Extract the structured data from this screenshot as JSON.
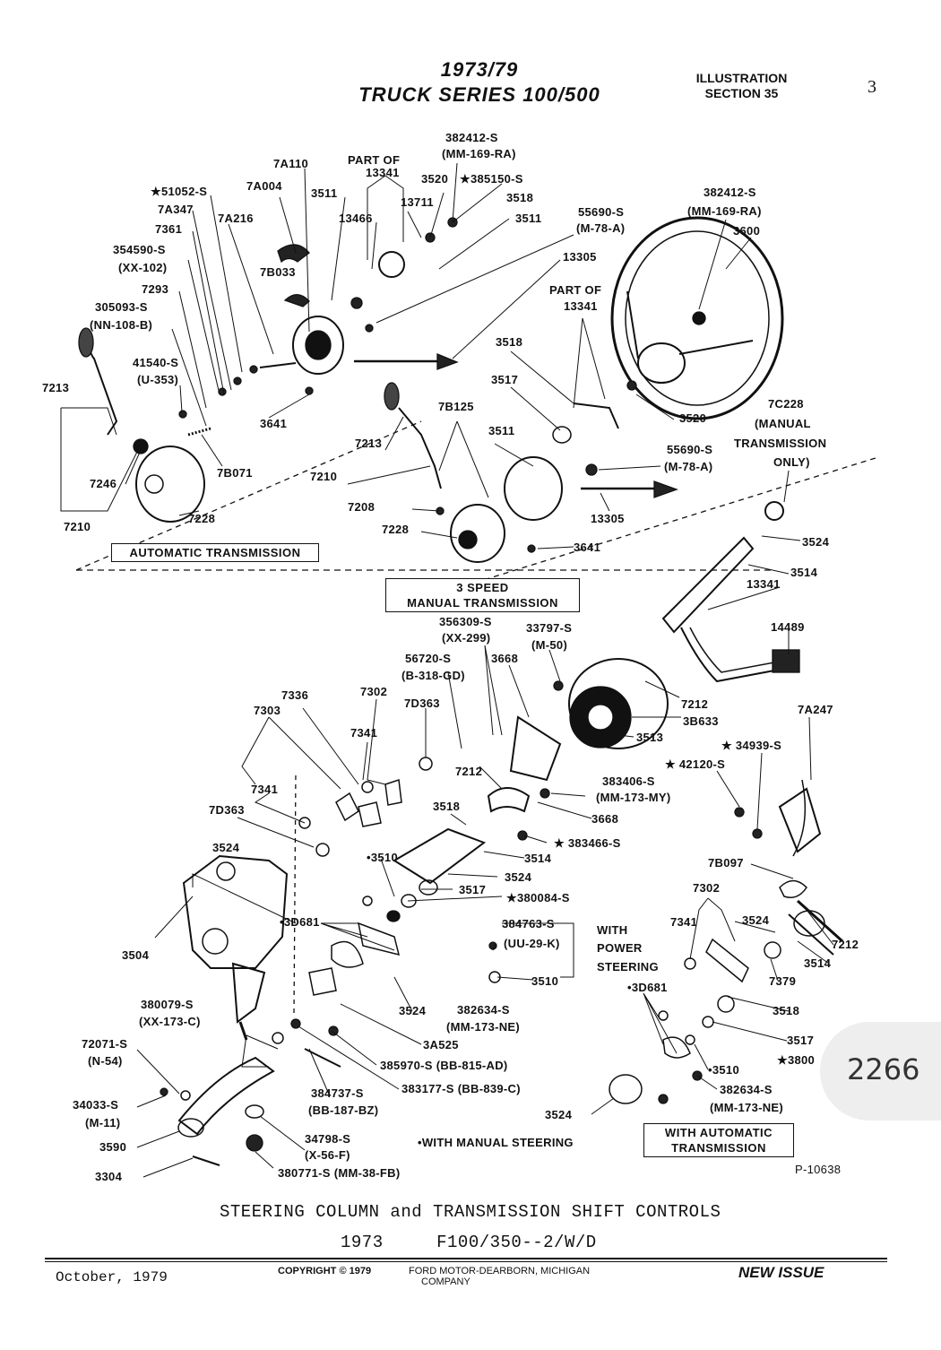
{
  "header": {
    "title_line1": "1973/79",
    "title_line2": "TRUCK SERIES 100/500",
    "section_line1": "ILLUSTRATION",
    "section_line2": "SECTION 35",
    "page_number": "3"
  },
  "labels": {
    "l382412_top": "382412-S",
    "lmm169_top": "(MM-169-RA)",
    "l7a110": "7A110",
    "lpartof1": "PART OF",
    "l13341a": "13341",
    "l3520a": "3520",
    "l385150": "★385150-S",
    "l51052": "★51052-S",
    "l7a004": "7A004",
    "l3511a": "3511",
    "l13711": "13711",
    "l3518a": "3518",
    "l7a347": "7A347",
    "l13466": "13466",
    "l3511b": "3511",
    "l55690a": "55690-S",
    "lm78a": "(M-78-A)",
    "l7361": "7361",
    "l7a216": "7A216",
    "l354590": "354590-S",
    "lxx102": "(XX-102)",
    "l7b033": "7B033",
    "l13305a": "13305",
    "l7293": "7293",
    "l305093": "305093-S",
    "lnn108": "(NN-108-B)",
    "l382412_r": "382412-S",
    "lmm169_r": "(MM-169-RA)",
    "l3600": "3600",
    "lpartof2": "PART OF",
    "l13341b": "13341",
    "l3518b": "3518",
    "l41540": "41540-S",
    "lu353": "(U-353)",
    "l7213a": "7213",
    "l3517a": "3517",
    "l3641a": "3641",
    "l7b125": "7B125",
    "l3520b": "3520",
    "l7c228": "7C228",
    "lmanual_tr1": "(MANUAL",
    "lmanual_tr2": "TRANSMISSION",
    "lmanual_tr3": "ONLY)",
    "l7213b": "7213",
    "l3511c": "3511",
    "l55690b": "55690-S",
    "lm78b": "(M-78-A)",
    "l7b071": "7B071",
    "l7246": "7246",
    "l7210a": "7210",
    "l7210b": "7210",
    "l7228a": "7228",
    "l7208": "7208",
    "l13305b": "13305",
    "l7228b": "7228",
    "l3641b": "3641",
    "l3524a": "3524",
    "l3514a": "3514",
    "l13341c": "13341",
    "l14489": "14489",
    "l356309": "356309-S",
    "lxx299": "(XX-299)",
    "l33797": "33797-S",
    "lm50": "(M-50)",
    "l56720": "56720-S",
    "lb318": "(B-318-GD)",
    "l3668a": "3668",
    "l7336": "7336",
    "l7302a": "7302",
    "l7303": "7303",
    "l7d363a": "7D363",
    "l7341a": "7341",
    "l7212a": "7212",
    "l3b633": "3B633",
    "l3513": "3513",
    "l7a247": "7A247",
    "l34939": "★ 34939-S",
    "l42120": "★ 42120-S",
    "l7212b": "7212",
    "l383406": "383406-S",
    "lmm173my": "(MM-173-MY)",
    "l7341b": "7341",
    "l3518c": "3518",
    "l3668b": "3668",
    "l7d363b": "7D363",
    "l383466": "★ 383466-S",
    "l3524b": "3524",
    "l3510a": "•3510",
    "l3514b": "3514",
    "l3524c": "3524",
    "l7b097": "7B097",
    "l3517b": "3517",
    "l380084": "★380084-S",
    "l7302b": "7302",
    "l3d681a": "•3D681",
    "l384763": "384763-S",
    "luu29k": "(UU-29-K)",
    "lwith1": "WITH",
    "lpower": "POWER",
    "lsteering": "STEERING",
    "l3524d": "3524",
    "l7341c": "7341",
    "l7212c": "7212",
    "l3504": "3504",
    "l3510b": "3510",
    "l3514c": "3514",
    "l7379": "7379",
    "l3d681b": "•3D681",
    "l380079": "380079-S",
    "lxx173c": "(XX-173-C)",
    "l3524e": "3524",
    "l382634a": "382634-S",
    "lmm173ne_a": "(MM-173-NE)",
    "l3518d": "3518",
    "l3a525": "3A525",
    "l72071": "72071-S",
    "ln54": "(N-54)",
    "l385970": "385970-S (BB-815-AD)",
    "l3517c": "3517",
    "l3800": "★3800",
    "l3510c": "•3510",
    "l383177": "383177-S (BB-839-C)",
    "l384737": "384737-S",
    "lbb187": "(BB-187-BZ)",
    "l382634b": "382634-S",
    "lmm173ne_b": "(MM-173-NE)",
    "l34033": "34033-S",
    "lm11": "(M-11)",
    "l3524f": "3524",
    "l3590": "3590",
    "l34798": "34798-S",
    "lx56f": "(X-56-F)",
    "lmanualsteer": "•WITH MANUAL STEERING",
    "l3304": "3304",
    "l380771": "380771-S (MM-38-FB)",
    "lp10638": "P-10638"
  },
  "boxes": {
    "auto_trans": "AUTOMATIC TRANSMISSION",
    "manual_line1": "3 SPEED",
    "manual_line2": "MANUAL TRANSMISSION",
    "with_auto1": "WITH AUTOMATIC",
    "with_auto2": "TRANSMISSION"
  },
  "caption": {
    "line1": "STEERING COLUMN and TRANSMISSION SHIFT CONTROLS",
    "line2": "1973     F100/350--2/W/D"
  },
  "footer": {
    "date": "October, 1979",
    "copyright": "COPYRIGHT © 1979",
    "company1": "FORD MOTOR-DEARBORN, MICHIGAN",
    "company2": "COMPANY",
    "new_issue": "NEW ISSUE"
  },
  "badge": "2266"
}
